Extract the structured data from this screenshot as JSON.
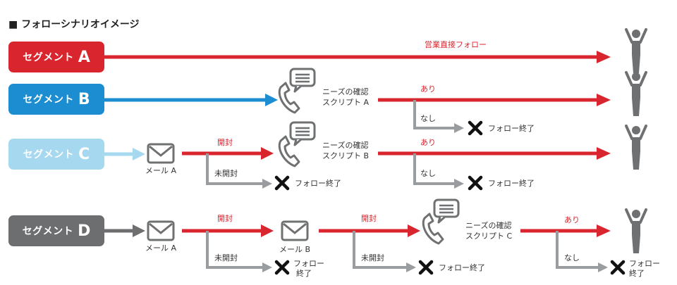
{
  "title": "■ フォローシナリオイメージ",
  "segments": [
    {
      "label": "セグメント",
      "letter": "A",
      "color": "#d9262e"
    },
    {
      "label": "セグメント",
      "letter": "B",
      "color": "#1b8dd0"
    },
    {
      "label": "セグメント",
      "letter": "C",
      "color": "#a6d8ef"
    },
    {
      "label": "セグメント",
      "letter": "D",
      "color": "#6d6e70"
    }
  ],
  "labels": {
    "direct_follow": "営業直接フォロー",
    "yes": "あり",
    "no": "なし",
    "opened": "開封",
    "unopened": "未開封",
    "end": "フォロー終了",
    "end_line1": "フォロー",
    "end_line2": "終了",
    "mail_a": "メール A",
    "mail_b": "メール B",
    "script_line1": "ニーズの確認",
    "script_a": "スクリプト A",
    "script_b": "スクリプト B",
    "script_c": "スクリプト C"
  },
  "colors": {
    "red": "#d9262e",
    "gray": "#9a9da0",
    "blue": "#1b8dd0",
    "lightblue": "#a6d8ef",
    "dark": "#6d6e70",
    "icon": "#6f7072",
    "person": "#6f7072"
  },
  "icons": [
    "envelope-icon",
    "phone-chat-icon",
    "cross-icon",
    "person-celebrating-icon",
    "arrow-icon"
  ]
}
